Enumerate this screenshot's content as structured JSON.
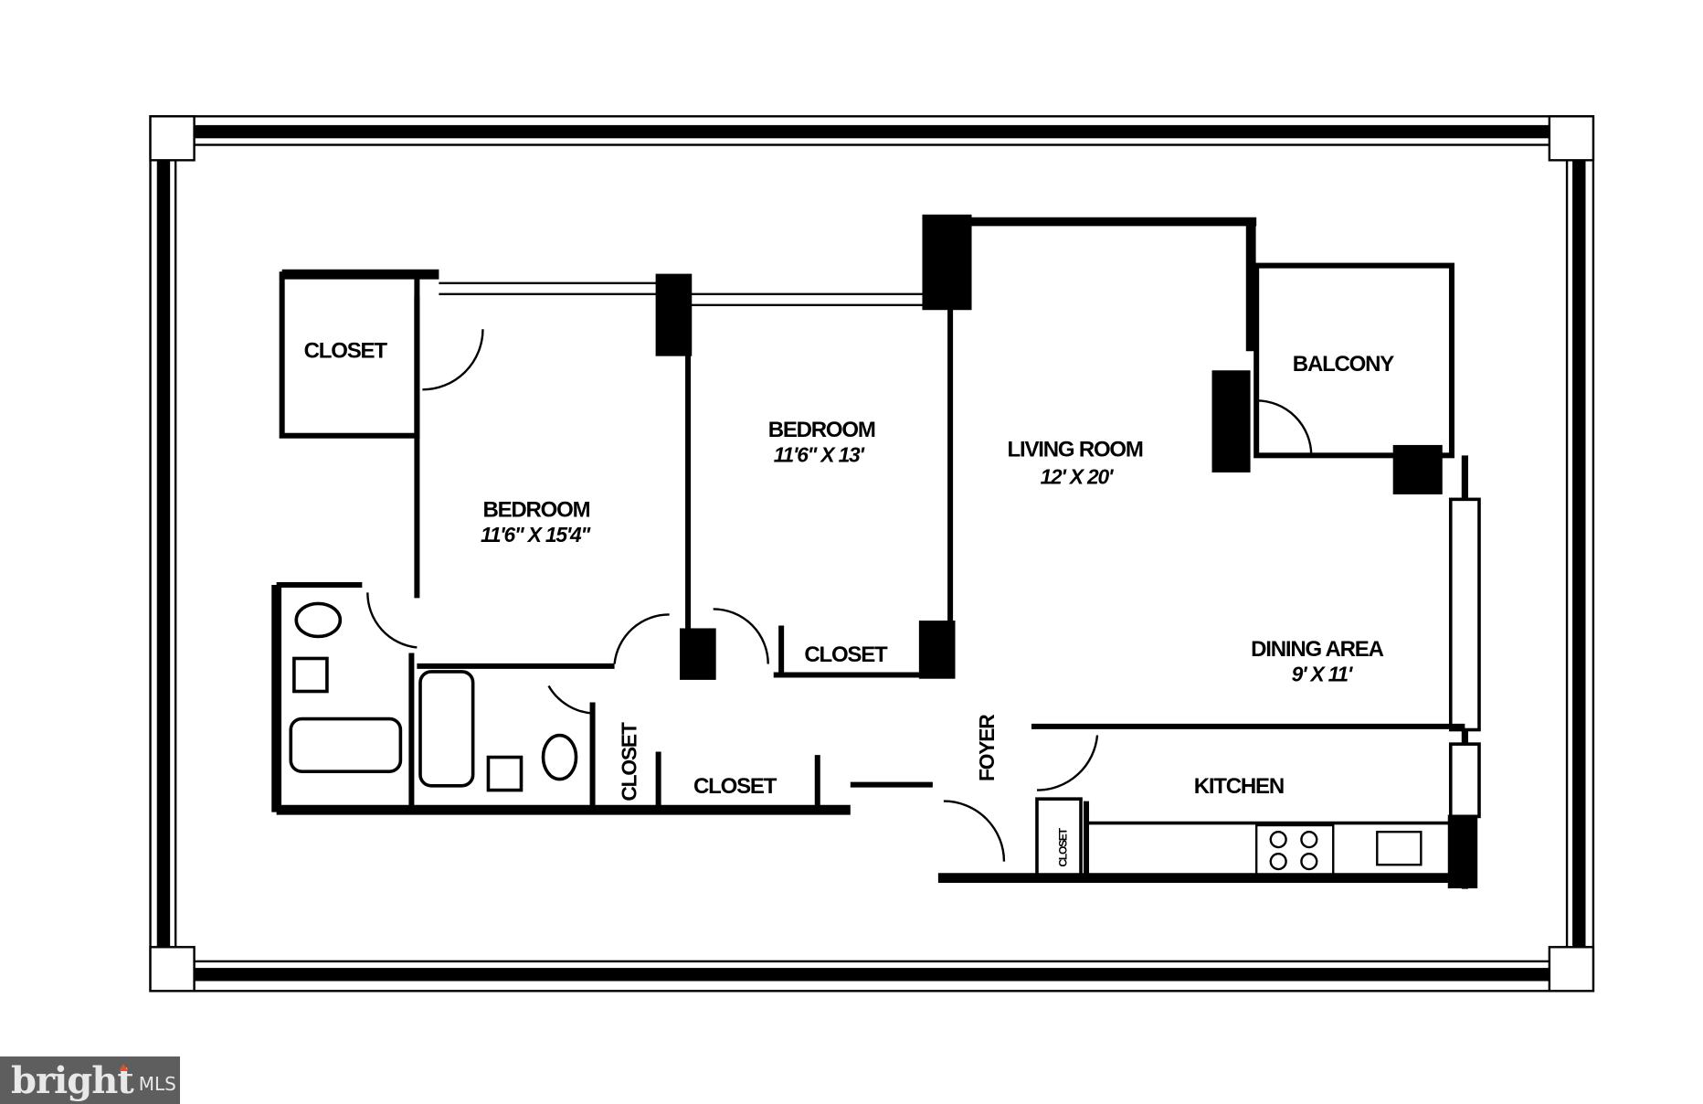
{
  "rooms": {
    "closet_top_left": "CLOSET",
    "bedroom1": {
      "name": "BEDROOM",
      "size": "11'6\" X 15'4\""
    },
    "bedroom2": {
      "name": "BEDROOM",
      "size": "11'6\" X 13'"
    },
    "living_room": {
      "name": "LIVING ROOM",
      "size": "12' X 20'"
    },
    "balcony": "BALCONY",
    "dining_area": {
      "name": "DINING AREA",
      "size": "9' X 11'"
    },
    "kitchen": "KITCHEN",
    "foyer": "FOYER",
    "closet_bedroom2": "CLOSET",
    "closet_hall_vertical": "CLOSET",
    "closet_hall": "CLOSET",
    "closet_foyer": "CLOSET"
  },
  "logo": {
    "brand": "bright",
    "suffix": "MLS",
    "accent": "#e0522a"
  }
}
